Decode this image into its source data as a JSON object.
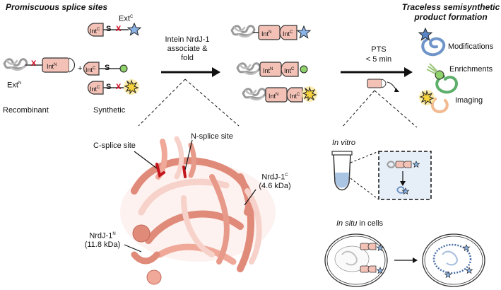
{
  "header": {
    "left_title": "Promiscuous splice sites",
    "right_title_line1": "Traceless semisynthetic",
    "right_title_line2": "product formation"
  },
  "left": {
    "ext_n": "Ext",
    "ext_n_sup": "N",
    "ext_c": "Ext",
    "ext_c_sup": "C",
    "recombinant": "Recombinant",
    "synthetic": "Synthetic",
    "plus": "+",
    "x": "X",
    "s": "S",
    "int": "Int",
    "sup_n": "N",
    "sup_c": "C"
  },
  "arrow1": {
    "line1": "Intein NrdJ-1",
    "line2": "associate &",
    "line3": "fold"
  },
  "arrow2": {
    "line1": "PTS",
    "line2": "< 5 min"
  },
  "products": {
    "modifications": "Modifications",
    "enrichments": "Enrichments",
    "imaging": "Imaging"
  },
  "structure": {
    "c_splice": "C-splice site",
    "n_splice": "N-splice site",
    "nrdj_c_line1": "NrdJ-1",
    "nrdj_c_sup": "C",
    "nrdj_c_line2": "(4.6 kDa)",
    "nrdj_n_line1": "NrdJ-1",
    "nrdj_n_sup": "N",
    "nrdj_n_line2": "(11.8 kDa)"
  },
  "invitro": {
    "label": "In vitro"
  },
  "insitu": {
    "label_italic": "In situ",
    "label_rest": " in cells"
  },
  "colors": {
    "intein_fill": "#f3c1b6",
    "intein_stroke": "#333333",
    "red_x": "#d0021b",
    "star_blue": "#8ab4e8",
    "green_dot": "#8fd16a",
    "burst_yellow": "#f6d23c",
    "ribbon_dark": "#e08a7a",
    "ribbon_light": "#f6d2ca",
    "inset_bg": "#e6eff7"
  }
}
